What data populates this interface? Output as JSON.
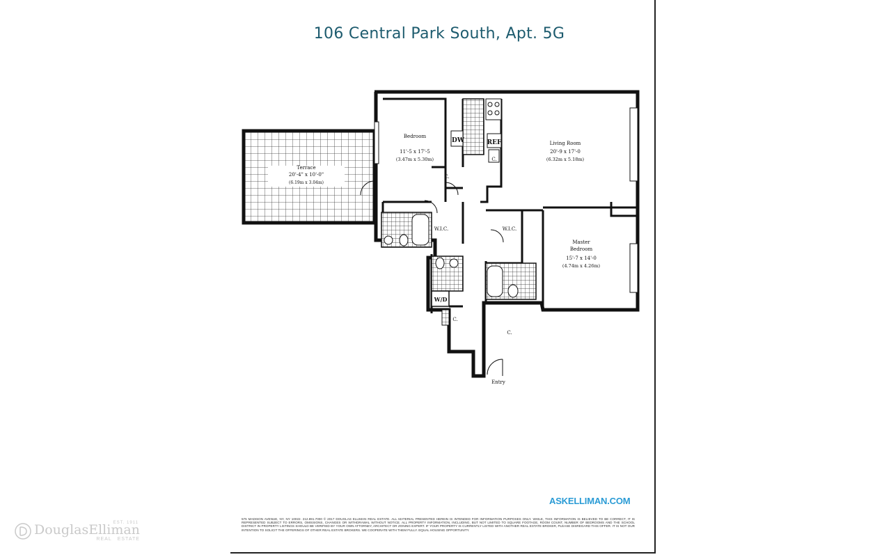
{
  "document": {
    "title": "106 Central Park South,  Apt. 5G"
  },
  "rooms": {
    "terrace": {
      "name": "Terrace",
      "dims": "20'-4\" x 10'-0\"",
      "metric": "(6.19m x 3.04m)"
    },
    "bedroom": {
      "name": "Bedroom",
      "dims": "11'-5 x 17'-5",
      "metric": "(3.47m x 5.30m)"
    },
    "living_room": {
      "name": "Living Room",
      "dims": "20'-9 x 17'-0",
      "metric": "(6.32m x 5.18m)"
    },
    "master_bedroom": {
      "name": "Master",
      "name2": "Bedroom",
      "dims": "15'-7 x 14'-0",
      "metric": "(4.74m x 4.26m)"
    }
  },
  "labels": {
    "dw": "DW",
    "ref": "REF",
    "closet": "C.",
    "wic": "W.I.C.",
    "wd": "W/D",
    "entry": "Entry"
  },
  "footer": {
    "website": "ASKELLIMAN.COM",
    "disclaimer": "575 MADISON AVENUE, NY, NY 10022. 212.891.7000 © 2017 DOUGLAS ELLIMAN REAL ESTATE. ALL MATERIAL PRESENTED HEREIN IS INTENDED FOR INFORMATION PURPOSES ONLY. WHILE, THIS INFORMATION IS BELIEVED TO BE CORRECT, IT IS REPRESENTED SUBJECT TO ERRORS, OMISSIONS, CHANGES OR WITHDRAWAL WITHOUT NOTICE. ALL PROPERTY INFORMATION, INCLUDING, BUT NOT LIMITED TO SQUARE FOOTAGE, ROOM COUNT, NUMBER OF BEDROOMS AND THE SCHOOL DISTRICT IN PROPERTY LISTINGS SHOULD BE VERIFIED BY YOUR OWN ATTORNEY, ARCHITECT OR ZONING EXPERT. IF YOUR PROPERTY IS CURRENTLY LISTED WITH ANOTHER REAL ESTATE BROKER, PLEASE DISREGARD THIS OFFER. IT IS NOT OUR INTENTION TO SOLICIT THE OFFERINGS OF OTHER REAL ESTATE BROKERS. WE COOPERATE WITH THEM FULLY. EQUAL HOUSING OPPORTUNITY."
  },
  "brand": {
    "name": "DouglasElliman",
    "sub1": "REAL",
    "sub2": "ESTATE",
    "est": "EST. 1911"
  },
  "colors": {
    "title": "#1d5b6e",
    "walls": "#111111",
    "website": "#2a9bd5",
    "watermark": "#c9c9c9"
  }
}
